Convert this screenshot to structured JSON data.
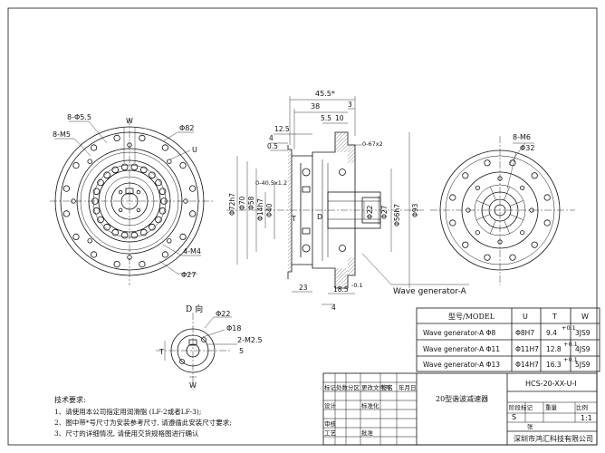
{
  "front_view": {
    "bolt_spec_outer": "8-M5",
    "bolt_spec_pcd": "8-Φ5.5",
    "width_label": "W",
    "diameter_pcd": "Φ82",
    "u_label": "U",
    "inner_thread": "4-M4",
    "diameter_inner": "Φ27"
  },
  "section_view": {
    "dims_top": [
      "45.5*",
      "38",
      "3",
      "5.5",
      "10",
      "12.5",
      "4",
      "0.5"
    ],
    "chamfer": "0-67x2",
    "detail_a": "0-40.5x1.2",
    "diameters_left": [
      "Φ72h7",
      "Φ70",
      "Φ58",
      "Φ14h7",
      "Φ40"
    ],
    "diameters_right": [
      "Φ22",
      "Φ27",
      "Φ56h7",
      "Φ93"
    ],
    "label_t": "T",
    "label_d": "D",
    "dims_bottom": [
      "23",
      "18.5",
      "4"
    ],
    "tolerance_185": "-0.1",
    "callout": "Wave generator-A"
  },
  "rear_view": {
    "bolt_spec": "8-M6",
    "diameter": "Φ32"
  },
  "detail_d": {
    "title": "D 向",
    "diameter_outer": "Φ22",
    "diameter_inner": "Φ18",
    "thread": "2-M2.5",
    "depth": "5",
    "t_label": "T",
    "w_label": "W"
  },
  "model_table": {
    "headers": [
      "型号/MODEL",
      "U",
      "T",
      "W"
    ],
    "rows": [
      [
        "Wave generator-A Φ8",
        "Φ8H7",
        "9.4",
        "3JS9"
      ],
      [
        "Wave generator-A Φ11",
        "Φ11H7",
        "12.8",
        "4JS9"
      ],
      [
        "Wave generator-A Φ13",
        "Φ14H7",
        "16.3",
        "5JS9"
      ]
    ],
    "t_tolerance": "+0.1"
  },
  "notes": {
    "heading": "技术要求:",
    "items": [
      "1、请使用本公司指定用润滑脂 (LF-2或者LF-3);",
      "2、图中带*号尺寸为安装参考尺寸, 请遵循此安装尺寸要求;",
      "3、尺寸的详细情况, 请使用交货规格图进行确认"
    ]
  },
  "title_block": {
    "drawing_number": "HCS-20-XX-U-I",
    "part_name": "20型谐波减速器",
    "scale_label": "比例",
    "scale": "1:1",
    "sheet_label": "张",
    "stage_label": "S",
    "company": "深圳市鸿汇科技有限公司",
    "row_labels": [
      "标记",
      "处数",
      "分区",
      "更改文件号",
      "签名",
      "年月日"
    ],
    "role_labels": [
      "设计",
      "标准化",
      "阶段标记",
      "重量",
      "比例",
      "审核",
      "工艺",
      "批准"
    ]
  }
}
